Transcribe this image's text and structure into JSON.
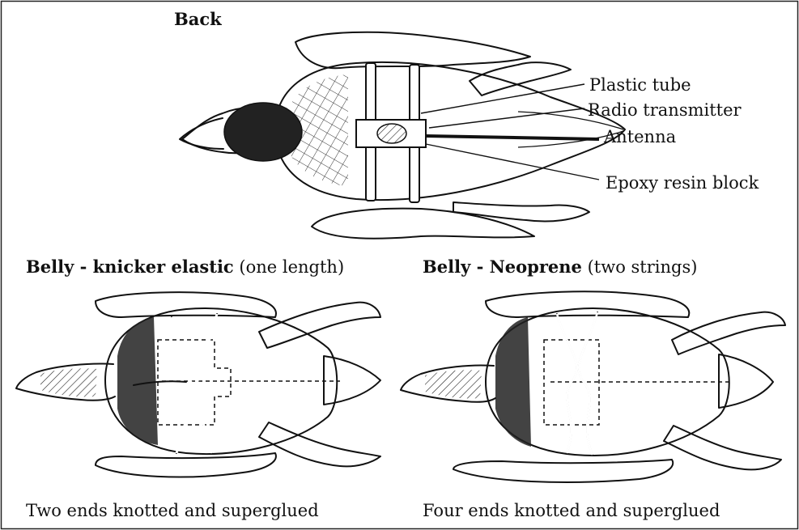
{
  "panels": {
    "back": {
      "title": "Back",
      "callouts": [
        "Plastic tube",
        "Radio transmitter",
        "Antenna",
        "Epoxy resin block"
      ]
    },
    "belly_left": {
      "title_bold": "Belly - knicker elastic",
      "title_rest": "(one length)",
      "caption": "Two ends knotted and superglued"
    },
    "belly_right": {
      "title_bold": "Belly - Neoprene",
      "title_rest": "(two strings)",
      "caption": "Four ends knotted and superglued"
    }
  }
}
